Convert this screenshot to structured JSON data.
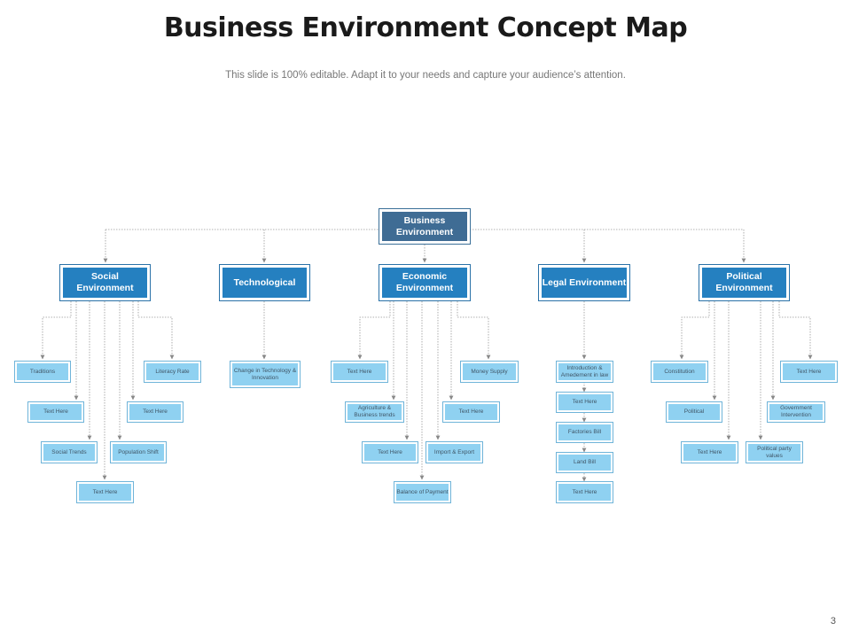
{
  "header": {
    "title": "Business Environment Concept Map",
    "subtitle": "This slide is 100% editable. Adapt it to your needs and capture your audience’s attention."
  },
  "page_number": "3",
  "root": {
    "label": "Business Environment"
  },
  "categories": [
    {
      "label": "Social Environment",
      "items": [
        "Traditions",
        "Literacy Rate",
        "Text Here",
        "Text Here",
        "Social Trends",
        "Population Shift",
        "Text Here"
      ]
    },
    {
      "label": "Technological",
      "items": [
        "Change in Technology & Innovation"
      ]
    },
    {
      "label": "Economic Environment",
      "items": [
        "Text Here",
        "Money Supply",
        "Agriculture & Business trends",
        "Text Here",
        "Text Here",
        "Import & Export",
        "Balance of Payment"
      ]
    },
    {
      "label": "Legal Environment",
      "items": [
        "Introduction & Amedement in law",
        "Text Here",
        "Factories Bill",
        "Land Bill",
        "Text Here"
      ]
    },
    {
      "label": "Political Environment",
      "items": [
        "Constitution",
        "Text Here",
        "Political",
        "Government Intervention",
        "Text Here",
        "Political party values"
      ]
    }
  ],
  "colors": {
    "root_fill": "#3f6c94",
    "category_fill": "#2580c0",
    "leaf_fill": "#8fd1f1",
    "border": "#6fb4d9",
    "connector": "#999999"
  }
}
